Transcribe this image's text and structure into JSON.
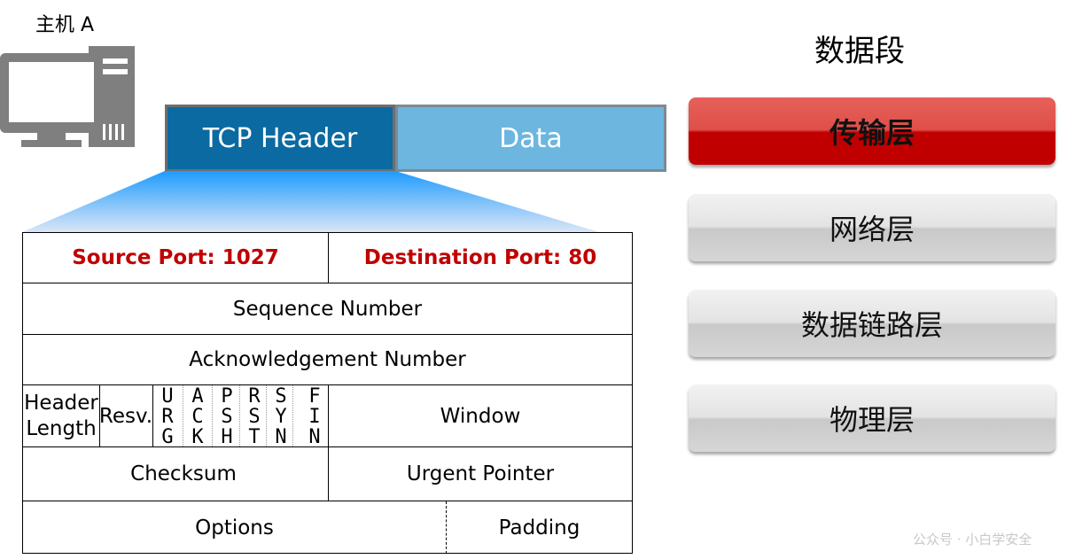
{
  "host": {
    "label": "主机 A",
    "icon": "computer-icon"
  },
  "segment": {
    "tcp_header": "TCP Header",
    "data": "Data"
  },
  "tcp_header_fields": {
    "source_port": "Source  Port: 1027",
    "destination_port": "Destination  Port: 80",
    "sequence_number": "Sequence Number",
    "acknowledgement_number": "Acknowledgement Number",
    "header_length_line1": "Header",
    "header_length_line2": "Length",
    "resv": "Resv.",
    "flags": [
      [
        "U",
        "R",
        "G"
      ],
      [
        "A",
        "C",
        "K"
      ],
      [
        "P",
        "S",
        "H"
      ],
      [
        "R",
        "S",
        "T"
      ],
      [
        "S",
        "Y",
        "N"
      ],
      [
        "F",
        "I",
        "N"
      ]
    ],
    "window": "Window",
    "checksum": "Checksum",
    "urgent_pointer": "Urgent  Pointer",
    "options": "Options",
    "padding": "Padding"
  },
  "layers": {
    "title": "数据段",
    "items": [
      {
        "label": "传输层",
        "highlighted": true
      },
      {
        "label": "网络层",
        "highlighted": false
      },
      {
        "label": "数据链路层",
        "highlighted": false
      },
      {
        "label": "物理层",
        "highlighted": false
      }
    ]
  },
  "watermark": "公众号 · 小白学安全",
  "colors": {
    "tcp_header_fill": "#0a6aa1",
    "data_fill": "#6cb6df",
    "highlight_red": "#c00000",
    "layer_gray": "#d9d9d9"
  }
}
